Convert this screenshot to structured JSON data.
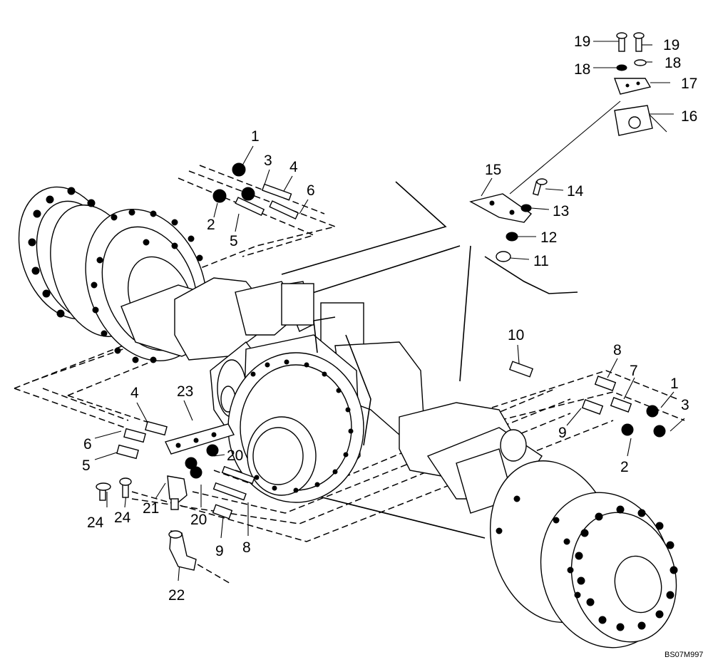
{
  "callouts": [
    {
      "text": "19"
    },
    {
      "text": "19"
    },
    {
      "text": "18"
    },
    {
      "text": "18"
    },
    {
      "text": "17"
    },
    {
      "text": "16"
    },
    {
      "text": "15"
    },
    {
      "text": "14"
    },
    {
      "text": "13"
    },
    {
      "text": "12"
    },
    {
      "text": "11"
    },
    {
      "text": "1"
    },
    {
      "text": "3"
    },
    {
      "text": "4"
    },
    {
      "text": "6"
    },
    {
      "text": "2"
    },
    {
      "text": "5"
    },
    {
      "text": "10"
    },
    {
      "text": "8"
    },
    {
      "text": "7"
    },
    {
      "text": "1"
    },
    {
      "text": "3"
    },
    {
      "text": "9"
    },
    {
      "text": "2"
    },
    {
      "text": "4"
    },
    {
      "text": "23"
    },
    {
      "text": "6"
    },
    {
      "text": "5"
    },
    {
      "text": "20"
    },
    {
      "text": "24"
    },
    {
      "text": "24"
    },
    {
      "text": "21"
    },
    {
      "text": "20"
    },
    {
      "text": "9"
    },
    {
      "text": "8"
    },
    {
      "text": "22"
    }
  ],
  "reference_code": "BS07M997"
}
